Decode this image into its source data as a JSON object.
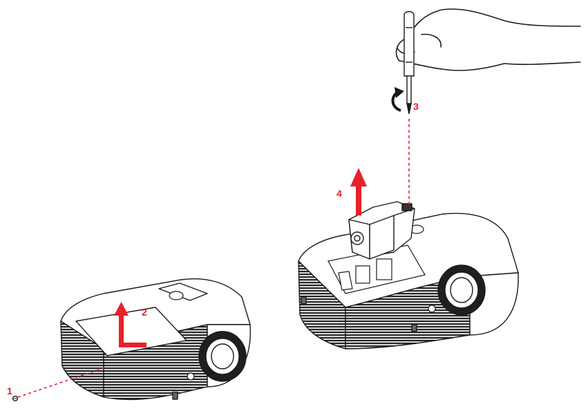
{
  "colors": {
    "accent": "#e8202a",
    "line": "#1a1a1a",
    "body_fill": "#ffffff",
    "vent_fill": "#2a2a2a"
  },
  "steps": [
    {
      "number": "1",
      "action": "remove-screw"
    },
    {
      "number": "2",
      "action": "slide-off-lamp-cover"
    },
    {
      "number": "3",
      "action": "loosen-lamp-screws"
    },
    {
      "number": "4",
      "action": "lift-out-lamp-module"
    }
  ],
  "icons": [
    "screw-icon",
    "screwdriver-icon",
    "hand-icon",
    "rotate-arrow-icon",
    "up-arrow-icon",
    "l-arrow-icon"
  ]
}
